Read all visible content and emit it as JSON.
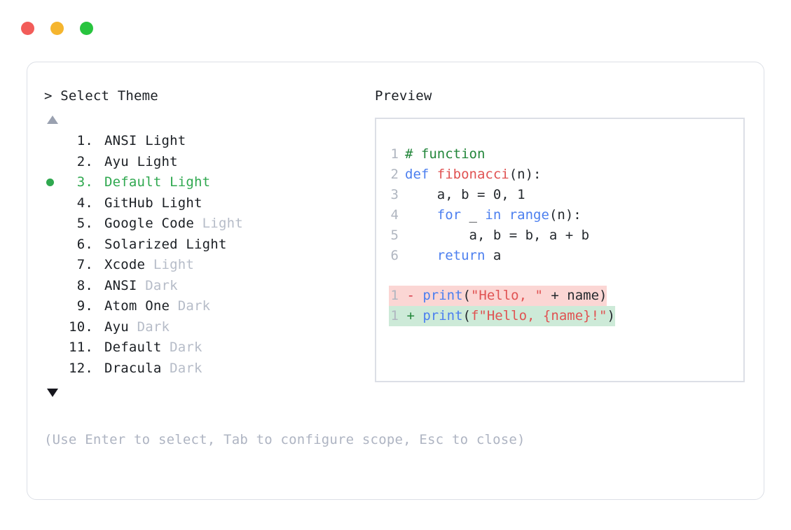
{
  "window": {
    "traffic_lights": [
      {
        "name": "close",
        "color": "#f25c59"
      },
      {
        "name": "minimize",
        "color": "#f5b52e"
      },
      {
        "name": "maximize",
        "color": "#28c43e"
      }
    ]
  },
  "accent": {
    "green": "#2fa84f",
    "muted": "#b6bcc8",
    "hint": "#aeb4c2"
  },
  "prompt": {
    "marker": ">",
    "title": "Select Theme"
  },
  "preview": {
    "title": "Preview"
  },
  "scroll": {
    "up": "▲",
    "down": "▼"
  },
  "themes": [
    {
      "index": " 1.",
      "name": "ANSI",
      "suffix": "Light",
      "suffix_muted": false,
      "selected": false
    },
    {
      "index": " 2.",
      "name": "Ayu",
      "suffix": "Light",
      "suffix_muted": false,
      "selected": false
    },
    {
      "index": " 3.",
      "name": "Default",
      "suffix": "Light",
      "suffix_muted": false,
      "selected": true
    },
    {
      "index": " 4.",
      "name": "GitHub",
      "suffix": "Light",
      "suffix_muted": false,
      "selected": false
    },
    {
      "index": " 5.",
      "name": "Google Code",
      "suffix": "Light",
      "suffix_muted": true,
      "selected": false
    },
    {
      "index": " 6.",
      "name": "Solarized",
      "suffix": "Light",
      "suffix_muted": false,
      "selected": false
    },
    {
      "index": " 7.",
      "name": "Xcode",
      "suffix": "Light",
      "suffix_muted": true,
      "selected": false
    },
    {
      "index": " 8.",
      "name": "ANSI",
      "suffix": "Dark",
      "suffix_muted": true,
      "selected": false
    },
    {
      "index": " 9.",
      "name": "Atom One",
      "suffix": "Dark",
      "suffix_muted": true,
      "selected": false
    },
    {
      "index": "10.",
      "name": "Ayu",
      "suffix": "Dark",
      "suffix_muted": true,
      "selected": false
    },
    {
      "index": "11.",
      "name": "Default",
      "suffix": "Dark",
      "suffix_muted": true,
      "selected": false
    },
    {
      "index": "12.",
      "name": "Dracula",
      "suffix": "Dark",
      "suffix_muted": true,
      "selected": false
    }
  ],
  "bullet_char": "●",
  "code": {
    "lines": [
      {
        "no": "1",
        "tokens": [
          {
            "t": "# function",
            "c": "com"
          }
        ]
      },
      {
        "no": "2",
        "tokens": [
          {
            "t": "def ",
            "c": "kw"
          },
          {
            "t": "fibonacci",
            "c": "fn"
          },
          {
            "t": "(n):",
            "c": "pl"
          }
        ]
      },
      {
        "no": "3",
        "tokens": [
          {
            "t": "    a, b = 0, 1",
            "c": "pl"
          }
        ]
      },
      {
        "no": "4",
        "tokens": [
          {
            "t": "    ",
            "c": "pl"
          },
          {
            "t": "for",
            "c": "kw"
          },
          {
            "t": " _ ",
            "c": "pl"
          },
          {
            "t": "in range",
            "c": "kw"
          },
          {
            "t": "(n):",
            "c": "pl"
          }
        ]
      },
      {
        "no": "5",
        "tokens": [
          {
            "t": "        a, b = b, a + b",
            "c": "pl"
          }
        ]
      },
      {
        "no": "6",
        "tokens": [
          {
            "t": "    ",
            "c": "pl"
          },
          {
            "t": "return",
            "c": "kw"
          },
          {
            "t": " a",
            "c": "pl"
          }
        ]
      }
    ],
    "diff": [
      {
        "no": "1",
        "sign": "-",
        "kind": "del",
        "tokens": [
          {
            "t": "print",
            "c": "kw"
          },
          {
            "t": "(",
            "c": "pl"
          },
          {
            "t": "\"Hello, \"",
            "c": "str"
          },
          {
            "t": " + name)",
            "c": "pl"
          }
        ]
      },
      {
        "no": "1",
        "sign": "+",
        "kind": "add",
        "tokens": [
          {
            "t": "print",
            "c": "kw"
          },
          {
            "t": "(",
            "c": "pl"
          },
          {
            "t": "f\"Hello, {name}!\"",
            "c": "str"
          },
          {
            "t": ")",
            "c": "pl"
          }
        ]
      }
    ]
  },
  "footer": {
    "hint": "(Use Enter to select, Tab to configure scope, Esc to close)"
  }
}
